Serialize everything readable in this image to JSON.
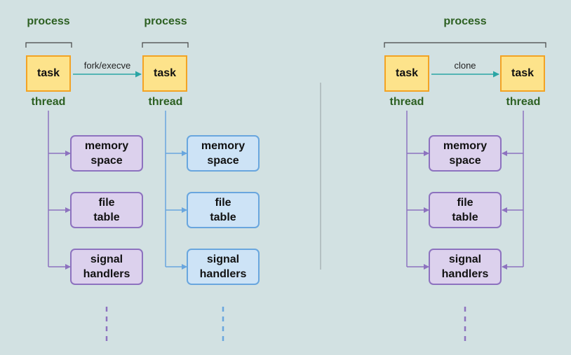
{
  "colors": {
    "background": "#d2e1e2",
    "task_fill": "#fde38b",
    "task_border": "#f3a324",
    "label_green": "#2d6022",
    "purple_fill": "#dcd1ed",
    "purple_border": "#8d72bf",
    "blue_fill": "#cde3f6",
    "blue_border": "#69a6de",
    "teal_arrow": "#2aa5a5",
    "divider": "#a9b6b7"
  },
  "left": {
    "process_1": "process",
    "process_2": "process",
    "task_1": "task",
    "task_2": "task",
    "thread_1": "thread",
    "thread_2": "thread",
    "edge_label": "fork/execve",
    "resources_1": [
      "memory\nspace",
      "file\ntable",
      "signal\nhandlers"
    ],
    "resources_2": [
      "memory\nspace",
      "file\ntable",
      "signal\nhandlers"
    ]
  },
  "right": {
    "process": "process",
    "task_1": "task",
    "task_2": "task",
    "thread_1": "thread",
    "thread_2": "thread",
    "edge_label": "clone",
    "resources": [
      "memory\nspace",
      "file\ntable",
      "signal\nhandlers"
    ]
  }
}
